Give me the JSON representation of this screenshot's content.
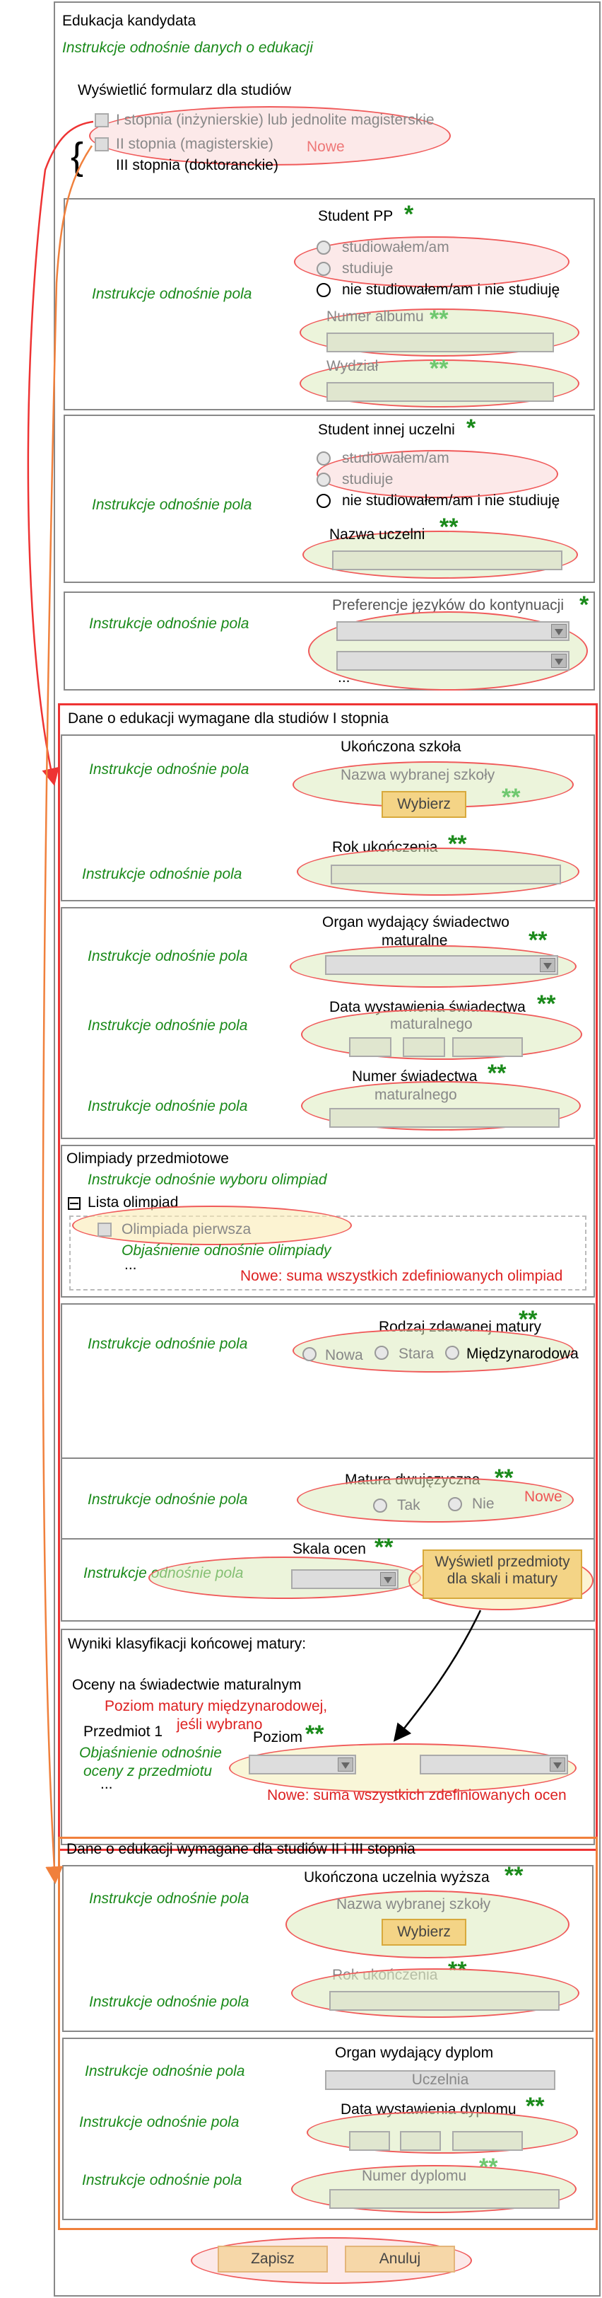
{
  "page": {
    "title": "Edukacja kandydata",
    "instructions": "Instrukcje odnośnie danych o edukacji"
  },
  "study_form": {
    "label": "Wyświetlić formularz dla studiów",
    "options": [
      "I stopnia (inżynierskie) lub jednolite magisterskie",
      "II stopnia (magisterskie)",
      "III stopnia (doktoranckie)"
    ],
    "new_note": "Nowe"
  },
  "field_instr": "Instrukcje odnośnie pola",
  "student_pp": {
    "title": "Student PP",
    "star": "*",
    "radios": [
      "studiowałem/am",
      "studiuje",
      "nie studiowałem/am i nie studiuję"
    ],
    "album_label": "Numer albumu",
    "faculty_label": "Wydział"
  },
  "other_uni": {
    "title": "Student innej uczelni",
    "star": "*",
    "radios": [
      "studiowałem/am",
      "studiuje",
      "nie studiowałem/am i nie studiuję"
    ],
    "uni_label": "Nazwa uczelni"
  },
  "languages": {
    "title": "Preferencje języków do kontynuacji",
    "star": "*",
    "more": "..."
  },
  "stars2": "**",
  "first_degree": {
    "title": "Dane o edukacji wymagane dla studiów I stopnia",
    "school": {
      "title": "Ukończona szkoła",
      "name_label": "Nazwa wybranej szkoły",
      "choose": "Wybierz",
      "year_label": "Rok ukończenia"
    },
    "certificate": {
      "issuer_label": "Organ wydający świadectwo",
      "issuer_label2": "maturalne",
      "date_label": "Data wystawienia świadectwa",
      "date_label2": "maturalnego",
      "number_label": "Numer świadectwa",
      "number_label2": "maturalnego"
    },
    "olympiads": {
      "title": "Olimpiady przedmiotowe",
      "instr": "Instrukcje odnośnie wyboru olimpiad",
      "list_label": "Lista olimpiad",
      "item": "Olimpiada pierwsza",
      "item_explain": "Objaśnienie odnośnie olimpiady",
      "more": "...",
      "new_note": "Nowe: suma wszystkich zdefiniowanych olimpiad"
    },
    "matura": {
      "type_label": "Rodzaj zdawanej matury",
      "type_options": [
        "Nowa",
        "Stara",
        "Międzynarodowa"
      ],
      "bilingual_label": "Matura dwujęzyczna",
      "bilingual_options": [
        "Tak",
        "Nie"
      ],
      "bilingual_new": "Nowe",
      "scale_label": "Skala ocen",
      "show_subjects": "Wyświetl przedmioty dla skali i matury"
    },
    "results": {
      "title": "Wyniki klasyfikacji końcowej matury:",
      "grades_label": "Oceny na świadectwie maturalnym",
      "intl_level": "Poziom matury międzynarodowej,",
      "intl_level2": "jeśli wybrano",
      "subject": "Przedmiot 1",
      "level": "Poziom",
      "subject_explain": "Objaśnienie odnośnie",
      "subject_explain2": "oceny z przedmiotu",
      "more": "...",
      "new_note": "Nowe: suma wszystkich zdefiniowanych ocen"
    }
  },
  "second_degree": {
    "title": "Dane o edukacji wymagane dla studiów II i III stopnia",
    "uni": {
      "title": "Ukończona uczelnia wyższa",
      "name_label": "Nazwa wybranej szkoły",
      "choose": "Wybierz",
      "year_label": "Rok ukończenia"
    },
    "diploma": {
      "issuer_label": "Organ wydający dyplom",
      "issuer_value": "Uczelnia",
      "date_label": "Data wystawienia dyplomu",
      "number_label": "Numer dyplomu"
    }
  },
  "actions": {
    "save": "Zapisz",
    "cancel": "Anuluj"
  }
}
